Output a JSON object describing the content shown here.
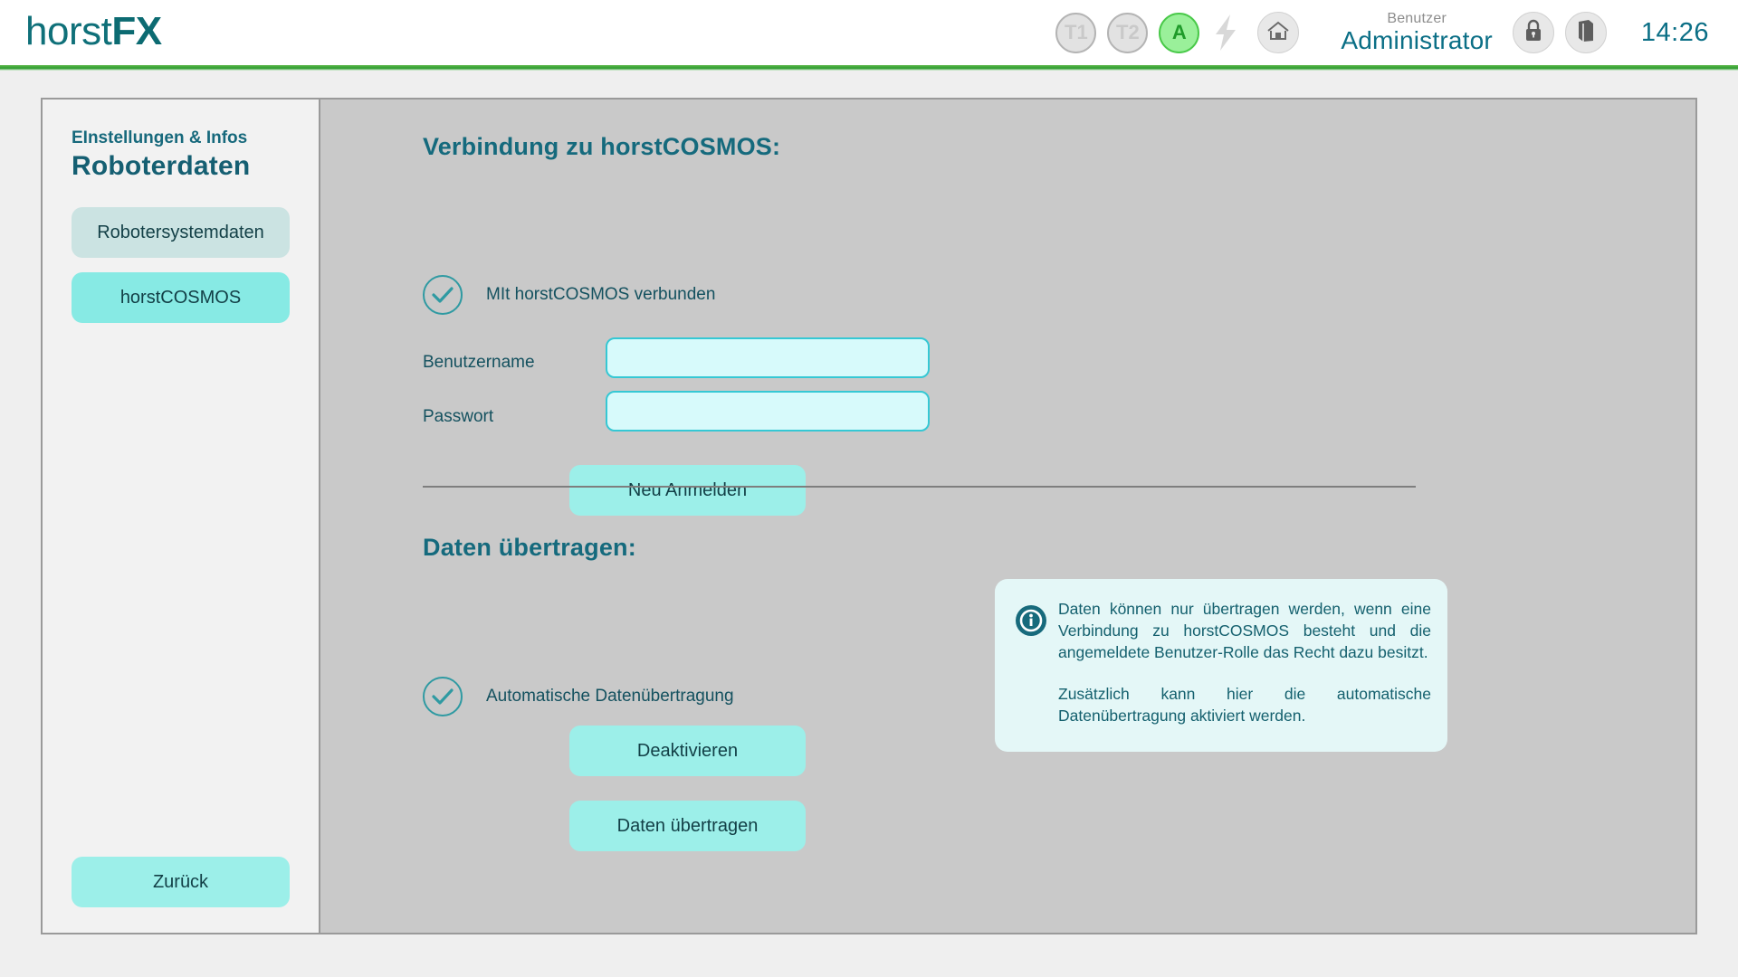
{
  "header": {
    "logo_light": "horst",
    "logo_bold": "FX",
    "status_circles": [
      {
        "label": "T1",
        "name": "status-t1",
        "active": false
      },
      {
        "label": "T2",
        "name": "status-t2",
        "active": false
      },
      {
        "label": "A",
        "name": "status-a",
        "active": true
      }
    ],
    "bolt_icon": "lightning-bolt-icon",
    "home_icon": "home-icon",
    "lock_icon": "lock-icon",
    "book_icon": "book-icon",
    "user_label": "Benutzer",
    "user_name": "Administrator",
    "clock": "14:26"
  },
  "sidebar": {
    "subtitle": "EInstellungen & Infos",
    "title": "Roboterdaten",
    "items": [
      {
        "label": "Robotersystemdaten",
        "selected": false
      },
      {
        "label": "horstCOSMOS",
        "selected": true
      }
    ],
    "back_label": "Zurück"
  },
  "main": {
    "connection": {
      "title": "Verbindung zu horstCOSMOS:",
      "status_label": "MIt horstCOSMOS verbunden",
      "status_icon": "check-circle-icon",
      "username_label": "Benutzername",
      "username_value": "",
      "username_placeholder": "",
      "password_label": "Passwort",
      "password_value": "",
      "password_placeholder": "",
      "login_button": "Neu Anmelden"
    },
    "transfer": {
      "title": "Daten übertragen:",
      "status_label": "Automatische Datenübertragung",
      "status_icon": "check-circle-icon",
      "deactivate_button": "Deaktivieren",
      "transfer_button": "Daten übertragen"
    },
    "info": {
      "icon": "info-circle-icon",
      "paragraph_1": "Daten können nur übertragen werden, wenn eine Verbindung zu horstCOSMOS besteht und die angemeldete Benutzer-Rolle das Recht dazu besitzt.",
      "paragraph_2": "Zusätzlich kann hier die automatische Datenübertragung aktiviert werden."
    }
  },
  "colors": {
    "brand_teal": "#0f7079",
    "accent_green": "#2f9c2f",
    "button_cyan": "#9cefe9",
    "selected_cyan": "#87eae4",
    "input_cyan": "#d7fafb",
    "info_bg": "#e4f7f7",
    "content_bg": "#c9c9c9"
  }
}
